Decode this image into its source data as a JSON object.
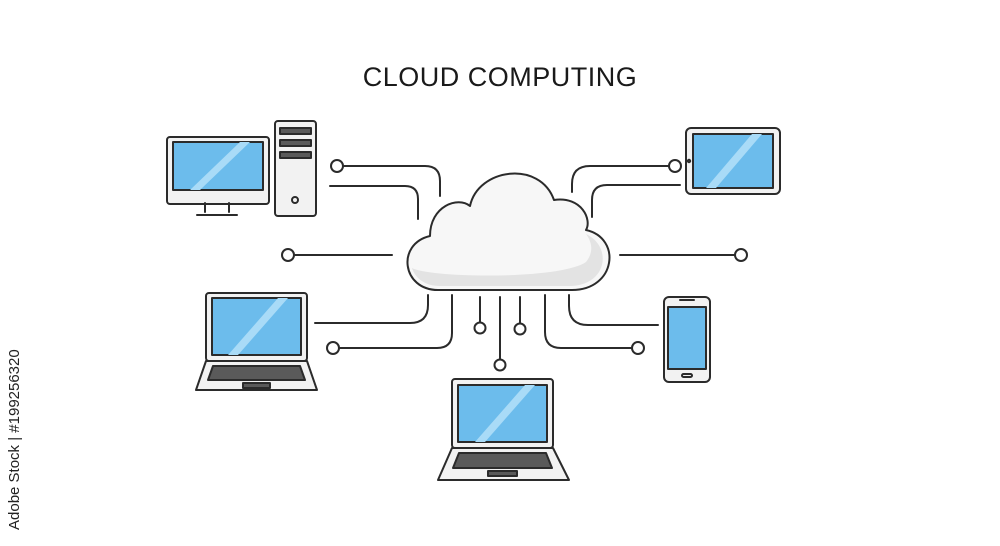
{
  "title": "CLOUD COMPUTING",
  "stock_id": "Adobe Stock | #199256320",
  "colors": {
    "line": "#2b2b2b",
    "screen": "#6cbcec",
    "screen_glare": "#a9dbf7",
    "device_body": "#f2f2f2",
    "keyboard": "#5a5a5a",
    "cloud_fill": "#f7f7f7",
    "cloud_shade": "#e3e3e3"
  },
  "devices": [
    {
      "name": "desktop-computer",
      "icon": "monitor-icon"
    },
    {
      "name": "pc-tower",
      "icon": "tower-icon"
    },
    {
      "name": "tablet",
      "icon": "tablet-icon"
    },
    {
      "name": "laptop-left",
      "icon": "laptop-icon"
    },
    {
      "name": "smartphone",
      "icon": "smartphone-icon"
    },
    {
      "name": "laptop-bottom",
      "icon": "laptop-icon"
    }
  ],
  "hub": {
    "name": "cloud",
    "icon": "cloud-icon"
  }
}
